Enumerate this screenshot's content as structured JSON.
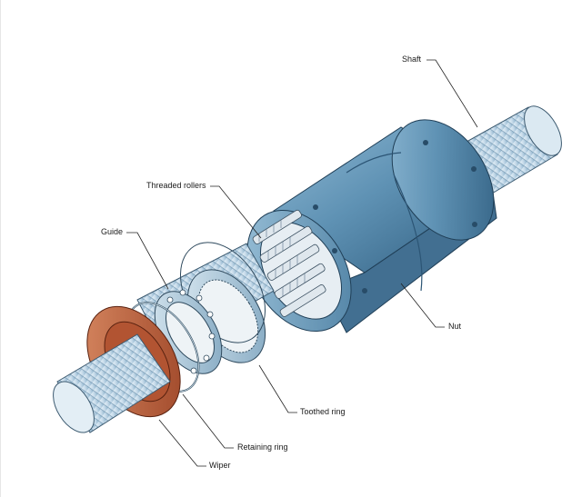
{
  "labels": {
    "shaft": "Shaft",
    "threaded_rollers": "Threaded rollers",
    "guide": "Guide",
    "nut": "Nut",
    "toothed_ring": "Toothed ring",
    "retaining_ring": "Retaining ring",
    "wiper": "Wiper"
  },
  "colors": {
    "nut_steel": "#5f92b4",
    "shaft_steel": "#cfe2ee",
    "wiper": "#c0603a",
    "leader": "#222222"
  }
}
